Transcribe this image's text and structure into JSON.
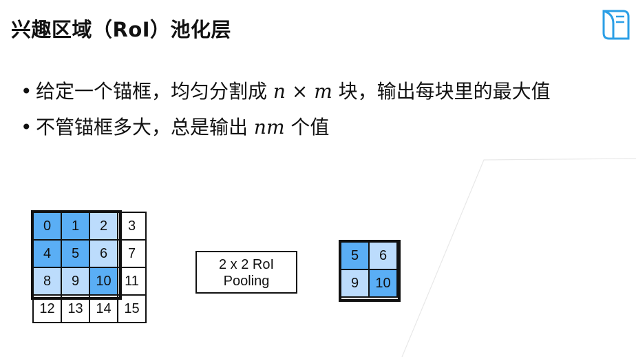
{
  "title": "兴趣区域（RoI）池化层",
  "bullets": [
    {
      "dot": "•",
      "before": "给定一个锚框，均匀分割成 ",
      "math_n": "n",
      "math_times": " × ",
      "math_m": "m",
      "after": " 块，输出每块里的最大值"
    },
    {
      "dot": "•",
      "before": "不管锚框多大，总是输出 ",
      "math_nm": "nm",
      "after": " 个值"
    }
  ],
  "input_grid": {
    "rows": [
      [
        "0",
        "1",
        "2",
        "3"
      ],
      [
        "4",
        "5",
        "6",
        "7"
      ],
      [
        "8",
        "9",
        "10",
        "11"
      ],
      [
        "12",
        "13",
        "14",
        "15"
      ]
    ],
    "colors": {
      "max": "#5aaef5",
      "light": "#bcdcfc",
      "white": "#ffffff"
    }
  },
  "pooling_box": {
    "line1": "2 x 2 RoI",
    "line2": "Pooling"
  },
  "output_grid": {
    "rows": [
      [
        "5",
        "6"
      ],
      [
        "9",
        "10"
      ]
    ]
  },
  "logo": {
    "icon": "book-logo-icon",
    "color": "#2b9fe6"
  }
}
